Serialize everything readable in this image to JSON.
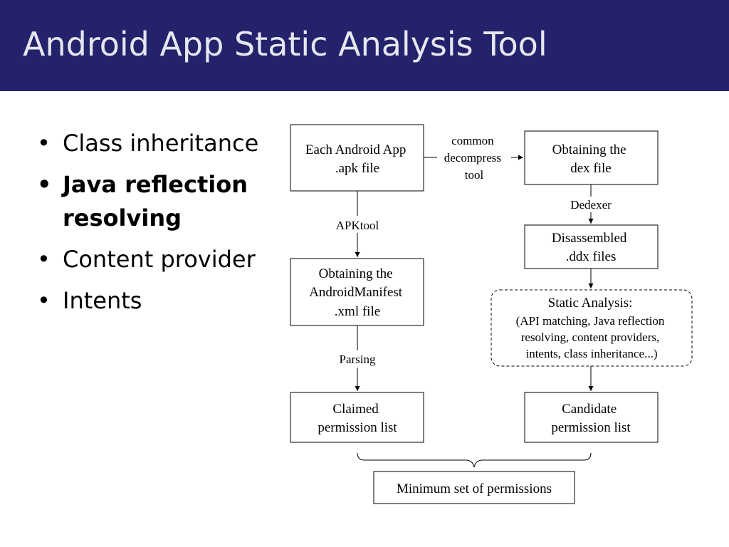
{
  "slide": {
    "title": "Android App Static Analysis Tool",
    "bullets": [
      "Class inheritance",
      "Java reflection resolving",
      "Content provider",
      "Intents"
    ]
  },
  "diagram": {
    "apk_box": {
      "line1": "Each Android App",
      "line2": ".apk file"
    },
    "decompress_label": {
      "line1": "common",
      "line2": "decompress",
      "line3": "tool"
    },
    "dex_box": {
      "line1": "Obtaining the",
      "line2": "dex file"
    },
    "apktool_label": "APKtool",
    "dedexer_label": "Dedexer",
    "ddx_box": {
      "line1": "Disassembled",
      "line2": ".ddx files"
    },
    "manifest_box": {
      "line1": "Obtaining the",
      "line2": "AndroidManifest",
      "line3": ".xml file"
    },
    "static_box": {
      "line1": "Static Analysis:",
      "line2": "(API matching, Java reflection",
      "line3": "resolving, content providers,",
      "line4": "intents, class inheritance...)"
    },
    "parsing_label": "Parsing",
    "claimed_box": {
      "line1": "Claimed",
      "line2": "permission list"
    },
    "candidate_box": {
      "line1": "Candidate",
      "line2": "permission list"
    },
    "minimum_box": "Minimum set of  permissions"
  }
}
